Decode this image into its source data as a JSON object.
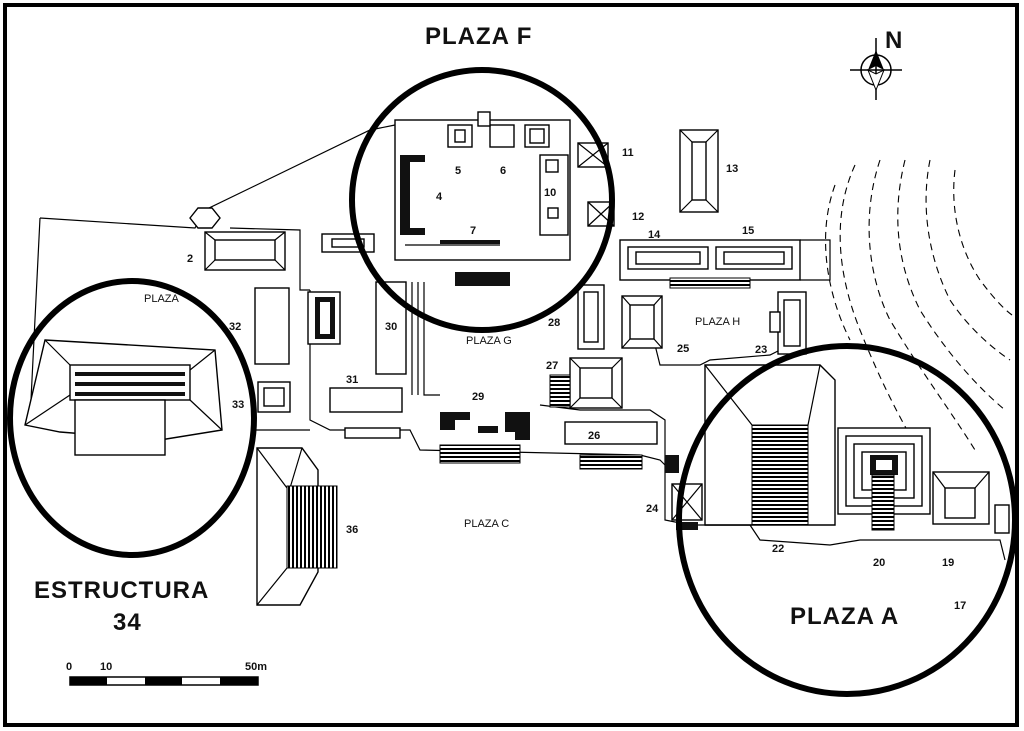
{
  "labels": {
    "plaza_f": "PLAZA F",
    "plaza_g": "PLAZA G",
    "plaza_h": "PLAZA H",
    "plaza_c": "PLAZA C",
    "plaza_a": "PLAZA A",
    "plaza_partial": "PLAZA",
    "estructura_line1": "ESTRUCTURA",
    "estructura_line2": "34"
  },
  "north": "N",
  "structures": [
    "2",
    "4",
    "5",
    "6",
    "7",
    "10",
    "11",
    "12",
    "13",
    "14",
    "15",
    "17",
    "19",
    "20",
    "22",
    "23",
    "24",
    "25",
    "26",
    "27",
    "28",
    "29",
    "30",
    "31",
    "32",
    "33",
    "36"
  ],
  "scale_bar": {
    "labels": [
      "0",
      "10",
      "50m"
    ]
  },
  "colors": {
    "ink": "#000000",
    "paper": "#ffffff"
  }
}
